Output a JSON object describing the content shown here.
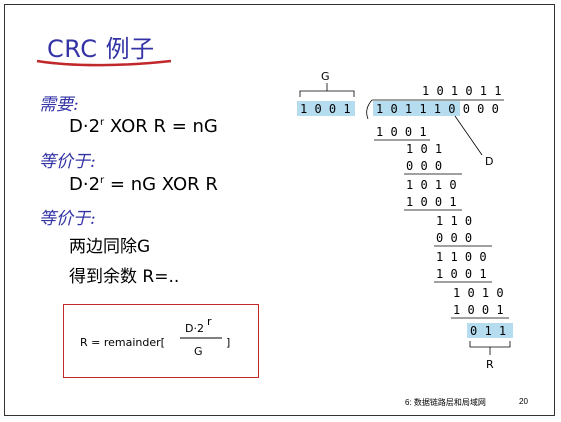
{
  "slide": {
    "title": "CRC 例子",
    "lines": [
      {
        "text": "需要:"
      },
      {
        "text": "D·2r XOR R = nG"
      },
      {
        "text": "等价于:"
      },
      {
        "text": "D·2r = nG XOR R"
      },
      {
        "text": "等价于:"
      },
      {
        "text": "两边同除G"
      },
      {
        "text": "得到余数 R=.."
      }
    ],
    "formula": {
      "lhs": "R = remainder[",
      "numerator": "D·2",
      "sup": "r",
      "denominator": "G",
      "rhs": "]"
    },
    "division": {
      "label_g": "G",
      "label_d": "D",
      "label_r": "R",
      "divisor": "1 0 0 1",
      "quotient": "1 0 1 0 1 1",
      "dividend": "1 0 1 1 1 0 0 0 0",
      "steps": [
        "1 0 0 1",
        "1 0 1",
        "0 0 0",
        "1 0 1 0",
        "1 0 0 1",
        "1 1 0",
        "0 0 0",
        "1 1 0 0",
        "1 0 0 1",
        "1 0 1 0",
        "1 0 0 1",
        "0 1 1"
      ]
    },
    "footer": {
      "chapter": "6: 数据链路层和局域网",
      "page": "20"
    },
    "colors": {
      "title": "#3333a6",
      "highlight": "#b6dcf0",
      "box": "#c0282c",
      "underline": "#c0282c"
    }
  }
}
